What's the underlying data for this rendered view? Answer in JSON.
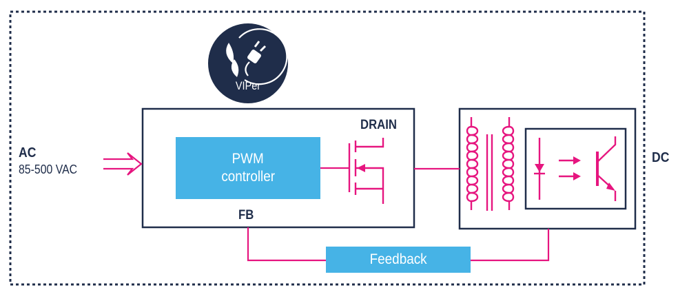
{
  "diagram": {
    "title_logo": {
      "icon": "plug-leaf-icon",
      "text": "VIPer"
    },
    "input": {
      "label": "AC",
      "range": "85-500 VAC"
    },
    "output": {
      "label": "DC"
    },
    "ic_block": {
      "pwm_line1": "PWM",
      "pwm_line2": "controller",
      "drain_label": "DRAIN",
      "fb_label": "FB",
      "switch_icon": "mosfet-icon"
    },
    "isolation_block": {
      "transformer_icon": "transformer-icon",
      "optocoupler_icon": "optocoupler-icon"
    },
    "feedback": {
      "label": "Feedback"
    },
    "colors": {
      "navy": "#1f2d4a",
      "magenta": "#e6157f",
      "blue": "#46b3e6"
    }
  }
}
